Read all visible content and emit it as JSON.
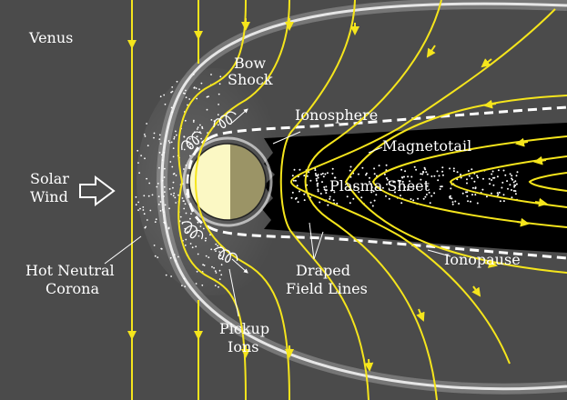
{
  "labels": {
    "planet": "Venus",
    "bow_shock_1": "Bow",
    "bow_shock_2": "Shock",
    "ionosphere": "Ionosphere",
    "magnetotail": "Magnetotail",
    "solar_wind_1": "Solar",
    "solar_wind_2": "Wind",
    "plasma_sheet": "Plasma Sheet",
    "hot_corona_1": "Hot Neutral",
    "hot_corona_2": "Corona",
    "draped_1": "Draped",
    "draped_2": "Field Lines",
    "ionopause": "Ionopause",
    "pickup_1": "Pickup",
    "pickup_2": "Ions"
  },
  "colors": {
    "background": "#4b4b4b",
    "field_lines": "#f5e51c",
    "magnetotail": "#000000",
    "planet_day": "#fbf8c4",
    "planet_night": "#9b9466",
    "bow_shock": "#bdbdbd"
  }
}
